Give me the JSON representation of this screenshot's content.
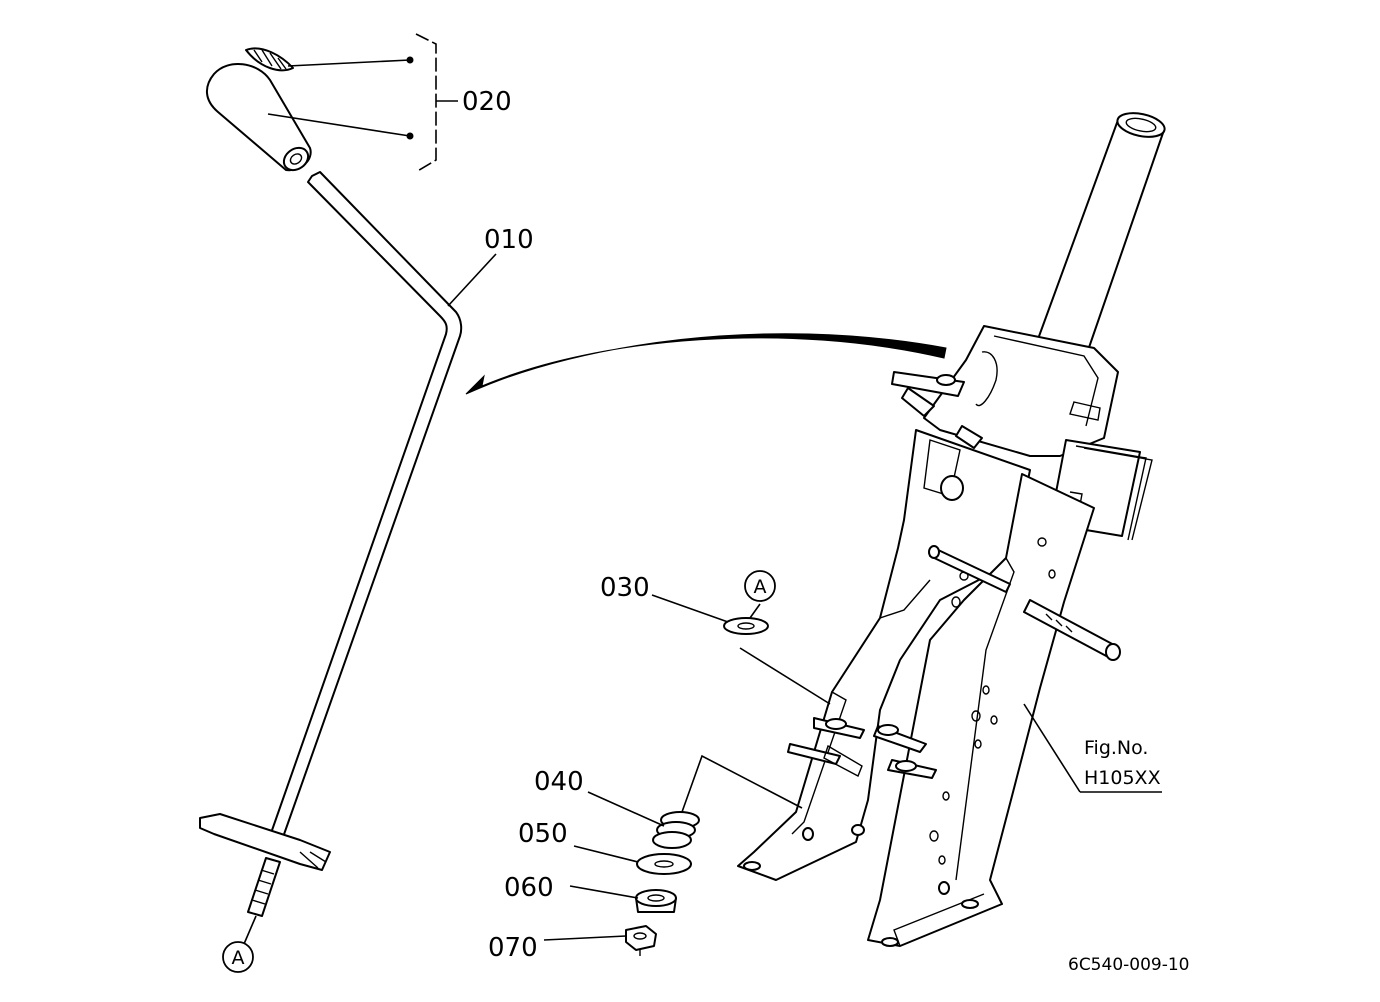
{
  "parts": {
    "p010": "010",
    "p020": "020",
    "p030": "030",
    "p040": "040",
    "p050": "050",
    "p060": "060",
    "p070": "070"
  },
  "markers": {
    "a_top": "A",
    "a_bottom": "A"
  },
  "figure": {
    "label": "Fig.No.",
    "number": "H105XX"
  },
  "drawing_code": "6C540-009-10"
}
